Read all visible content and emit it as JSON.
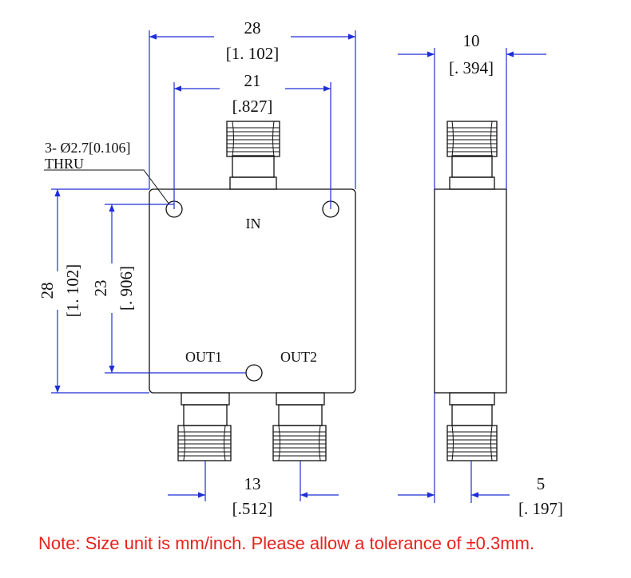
{
  "views": {
    "front": {
      "width_mm": "28",
      "width_in": "[1. 102]",
      "hole_span_mm": "21",
      "hole_span_in": "[.827]",
      "height_mm": "28",
      "height_in": "[1. 102]",
      "hole_height_mm": "23",
      "hole_height_in": "[. 906]",
      "out_spacing_mm": "13",
      "out_spacing_in": "[.512]",
      "hole_note_line1": "3- Ø2.7[0.106]",
      "hole_note_line2": "THRU",
      "port_in": "IN",
      "port_out1": "OUT1",
      "port_out2": "OUT2"
    },
    "side": {
      "thickness_mm": "10",
      "thickness_in": "[. 394]",
      "connector_offset_mm": "5",
      "connector_offset_in": "[. 197]"
    }
  },
  "note": "Note: Size unit is mm/inch. Please allow a tolerance of ±0.3mm.",
  "colors": {
    "dimension": "#1f2fd6",
    "outline": "#111111",
    "note": "#e8221c"
  }
}
